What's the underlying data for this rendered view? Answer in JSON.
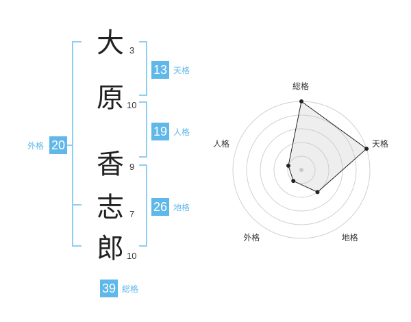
{
  "name": {
    "characters": [
      {
        "char": "大",
        "strokes": "3"
      },
      {
        "char": "原",
        "strokes": "10"
      },
      {
        "char": "香",
        "strokes": "9"
      },
      {
        "char": "志",
        "strokes": "7"
      },
      {
        "char": "郎",
        "strokes": "10"
      }
    ]
  },
  "fortunes": {
    "tenkaku": {
      "value": "13",
      "label": "天格"
    },
    "jinkaku": {
      "value": "19",
      "label": "人格"
    },
    "chikaku": {
      "value": "26",
      "label": "地格"
    },
    "gaikaku": {
      "value": "20",
      "label": "外格"
    },
    "soukaku": {
      "value": "39",
      "label": "総格"
    }
  },
  "colors": {
    "accent": "#5fb8e9",
    "bracket": "#8fcdf1",
    "text": "#222222"
  },
  "chart_data": {
    "type": "radar",
    "axes": [
      "総格",
      "天格",
      "地格",
      "外格",
      "人格"
    ],
    "values": [
      5,
      5,
      2,
      1,
      1
    ],
    "max": 5,
    "rings": 5
  }
}
